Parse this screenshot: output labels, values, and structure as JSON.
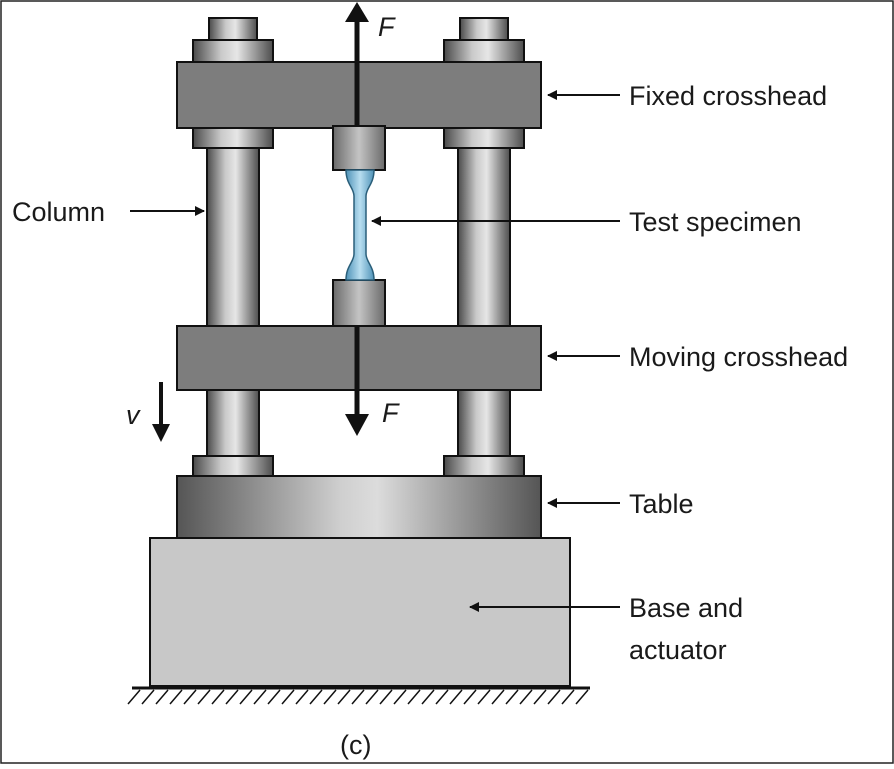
{
  "labels": {
    "fixed_crosshead": "Fixed crosshead",
    "column": "Column",
    "test_specimen": "Test specimen",
    "moving_crosshead": "Moving crosshead",
    "table": "Table",
    "base_line1": "Base and",
    "base_line2": "actuator"
  },
  "forces": {
    "top": "F",
    "bottom": "F",
    "velocity": "v"
  },
  "caption": "(c)",
  "colors": {
    "crosshead": "#7d7d7d",
    "base": "#c8c8c8",
    "specimen": "#6fb3d6",
    "outline": "#111111"
  }
}
